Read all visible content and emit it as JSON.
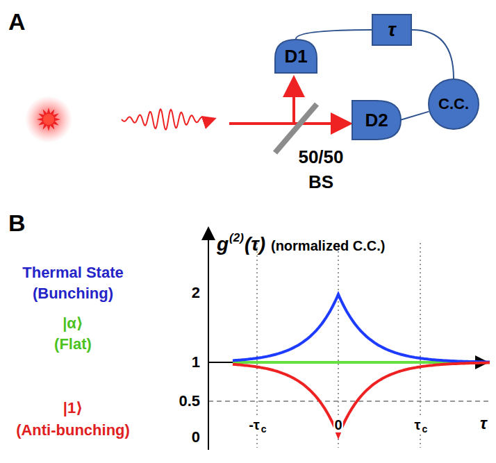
{
  "diagram": {
    "nodes": [
      {
        "text": [
          "D1"
        ]
      },
      {
        "text": [
          "τ"
        ]
      },
      {
        "text": [
          "C.C."
        ]
      },
      {
        "text": [
          "D2"
        ]
      }
    ],
    "edges": [
      {
        "from": 0,
        "to": 1,
        "arrow": "none"
      },
      {
        "from": 1,
        "to": 2,
        "arrow": "none"
      },
      {
        "from": 2,
        "to": 3,
        "arrow": "none"
      }
    ],
    "labels": [
      "A",
      "50/50",
      "BS",
      "B",
      "g",
      "(2)",
      "(τ)",
      "(normalized C.C.)",
      "Thermal State",
      "(Bunching)",
      "|α⟩",
      "(Flat)",
      "|1⟩",
      "(Anti-bunching)",
      "2",
      "1",
      "0.5",
      "0",
      "-τ",
      "c",
      "0",
      "τ",
      "c",
      "τ"
    ]
  }
}
